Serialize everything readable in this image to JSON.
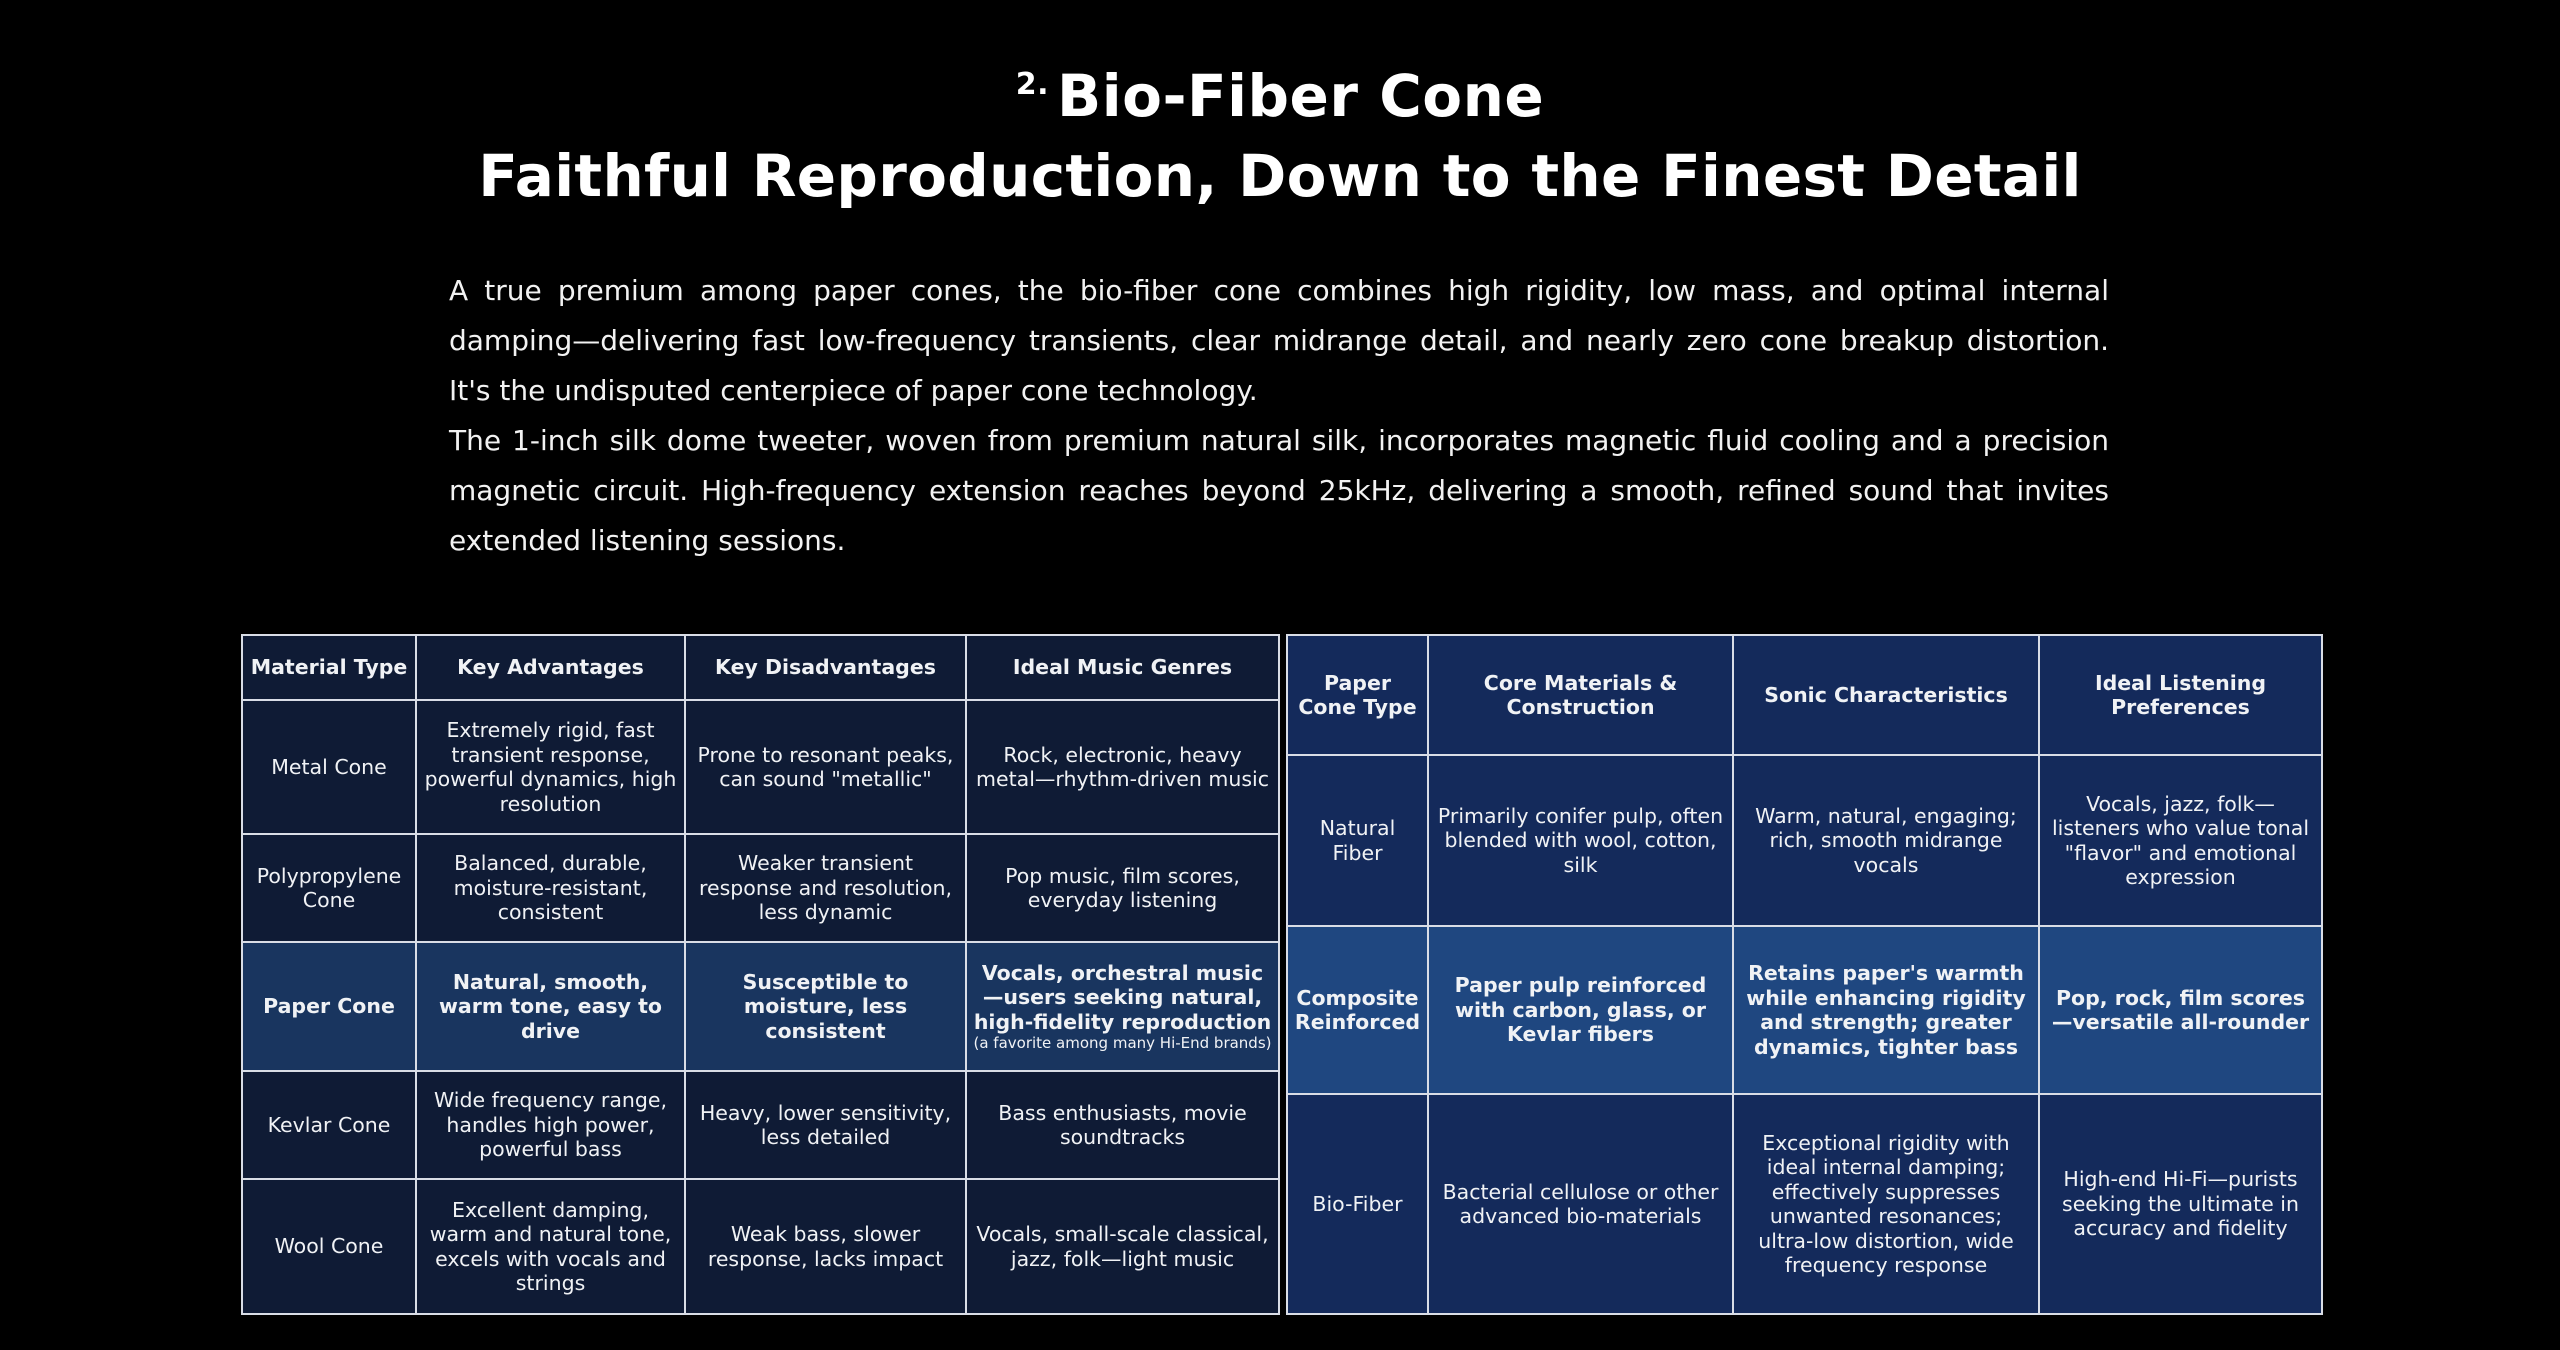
{
  "header": {
    "section_number": "2.",
    "title": "Bio-Fiber Cone",
    "subtitle": "Faithful Reproduction, Down to the Finest Detail"
  },
  "intro": {
    "paragraph1": "A true premium among paper cones, the bio-fiber cone combines high rigidity, low mass, and optimal internal damping—delivering fast low-frequency transients, clear midrange detail, and nearly zero cone breakup distortion. It's the undisputed centerpiece of paper cone technology.",
    "paragraph2": "The 1-inch silk dome tweeter, woven from premium natural silk, incorporates magnetic fluid cooling and a precision magnetic circuit. High-frequency extension reaches beyond 25kHz, delivering a smooth, refined sound that invites extended listening sessions."
  },
  "material_table": {
    "headers": [
      "Material Type",
      "Key Advantages",
      "Key Disadvantages",
      "Ideal Music Genres"
    ],
    "rows": [
      {
        "type": "Metal Cone",
        "advantages": "Extremely rigid, fast transient response, powerful dynamics, high resolution",
        "disadvantages": "Prone to resonant peaks, can sound \"metallic\"",
        "genres": "Rock, electronic, heavy metal—rhythm-driven music",
        "note": ""
      },
      {
        "type": "Polypropylene Cone",
        "advantages": "Balanced, durable, moisture-resistant, consistent",
        "disadvantages": "Weaker transient response and resolution, less dynamic",
        "genres": "Pop music, film scores, everyday listening",
        "note": ""
      },
      {
        "type": "Paper Cone",
        "advantages": "Natural, smooth, warm tone, easy to drive",
        "disadvantages": "Susceptible to moisture, less consistent",
        "genres": "Vocals, orchestral music—users seeking natural, high-fidelity reproduction",
        "note": "(a favorite among many Hi-End brands)"
      },
      {
        "type": "Kevlar Cone",
        "advantages": "Wide frequency range, handles high power, powerful bass",
        "disadvantages": "Heavy, lower sensitivity, less detailed",
        "genres": "Bass enthusiasts, movie soundtracks",
        "note": ""
      },
      {
        "type": "Wool Cone",
        "advantages": "Excellent damping, warm and natural tone, excels with vocals and strings",
        "disadvantages": "Weak bass, slower response, lacks impact",
        "genres": "Vocals, small-scale classical, jazz, folk—light music",
        "note": ""
      }
    ]
  },
  "paper_table": {
    "headers": [
      "Paper Cone Type",
      "Core Materials & Construction",
      "Sonic Characteristics",
      "Ideal Listening Preferences"
    ],
    "rows": [
      {
        "type": "Natural Fiber",
        "materials": "Primarily conifer pulp, often blended with wool, cotton, silk",
        "sonic": "Warm, natural, engaging; rich, smooth midrange vocals",
        "preferences": "Vocals, jazz, folk—listeners who value tonal \"flavor\" and emotional expression"
      },
      {
        "type": "Composite Reinforced",
        "materials": "Paper pulp reinforced with carbon, glass, or Kevlar fibers",
        "sonic": "Retains paper's warmth while enhancing rigidity and strength; greater dynamics, tighter bass",
        "preferences": "Pop, rock, film scores—versatile all-rounder"
      },
      {
        "type": "Bio-Fiber",
        "materials": "Bacterial cellulose or other advanced bio-materials",
        "sonic": "Exceptional rigidity with ideal internal damping; effectively suppresses unwanted resonances; ultra-low distortion, wide frequency response",
        "preferences": "High-end Hi-Fi—purists seeking the ultimate in accuracy and fidelity"
      }
    ]
  },
  "colors": {
    "background": "#000000",
    "left_table_cell": "#0f1b35",
    "left_table_highlight": "#19355f",
    "right_table_cell": "#142a5b",
    "right_table_highlight": "#1f4780",
    "border": "#d9dde6"
  }
}
